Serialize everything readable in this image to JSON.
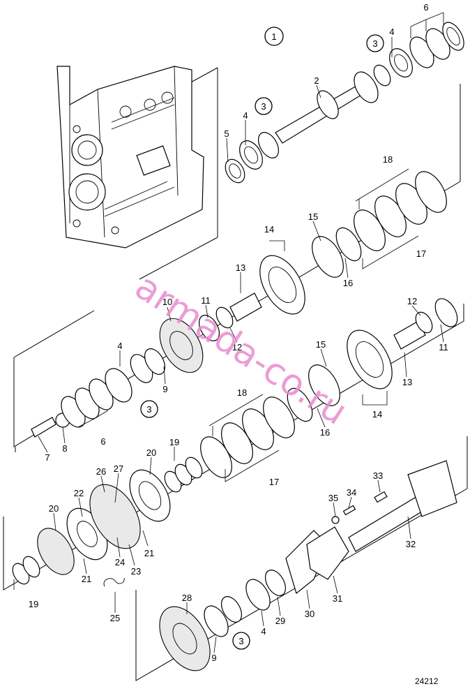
{
  "diagram": {
    "figure_code": "24212",
    "watermark": "armada-co.ru",
    "callouts_circled": [
      "1",
      "3",
      "3",
      "3",
      "3"
    ],
    "labels": [
      "2",
      "4",
      "5",
      "6",
      "4",
      "7",
      "8",
      "6",
      "4",
      "9",
      "10",
      "11",
      "12",
      "13",
      "14",
      "15",
      "16",
      "17",
      "18",
      "11",
      "12",
      "13",
      "14",
      "15",
      "16",
      "17",
      "18",
      "19",
      "20",
      "21",
      "22",
      "23",
      "24",
      "25",
      "26",
      "27",
      "20",
      "21",
      "19",
      "28",
      "9",
      "3",
      "4",
      "29",
      "30",
      "31",
      "32",
      "33",
      "34",
      "35"
    ]
  }
}
